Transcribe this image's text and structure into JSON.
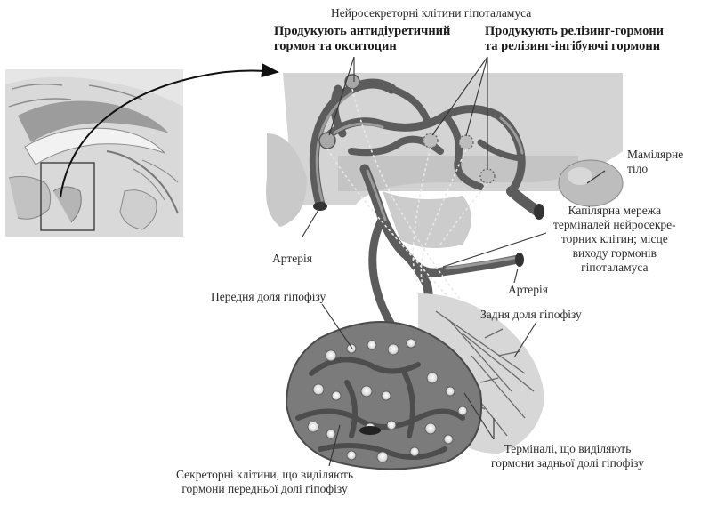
{
  "title": "Нейросекреторні клітини гіпоталамуса",
  "labels": {
    "adh_oxytocin": [
      "Продукують антидіуретичний",
      "гормон та окситоцин"
    ],
    "releasing": [
      "Продукують релізинг-гормони",
      "та релізинг-інгібуючі гормони"
    ],
    "mammillary": [
      "Мамілярне",
      "тіло"
    ],
    "capillary": [
      "Капілярна мережа",
      "терміналей нейросекре-",
      "торних клітин; місце",
      "виходу гормонів",
      "гіпоталамуса"
    ],
    "artery_left": "Артерія",
    "artery_right": "Артерія",
    "anterior_lobe": "Передня доля гіпофізу",
    "posterior_lobe": "Задня доля гіпофізу",
    "terminals": [
      "Терміналі, що виділяють",
      "гормони задньої долі гіпофізу"
    ],
    "secretory": [
      "Секреторні клітини, що виділяють",
      "гормони передньої долі гіпофізу"
    ]
  },
  "colors": {
    "brain_gray": "#cfcfcf",
    "vessel_dark": "#5a5a5a",
    "lobe_fill": "#7b7b7b",
    "posterior_fill": "#d6d6d6"
  }
}
